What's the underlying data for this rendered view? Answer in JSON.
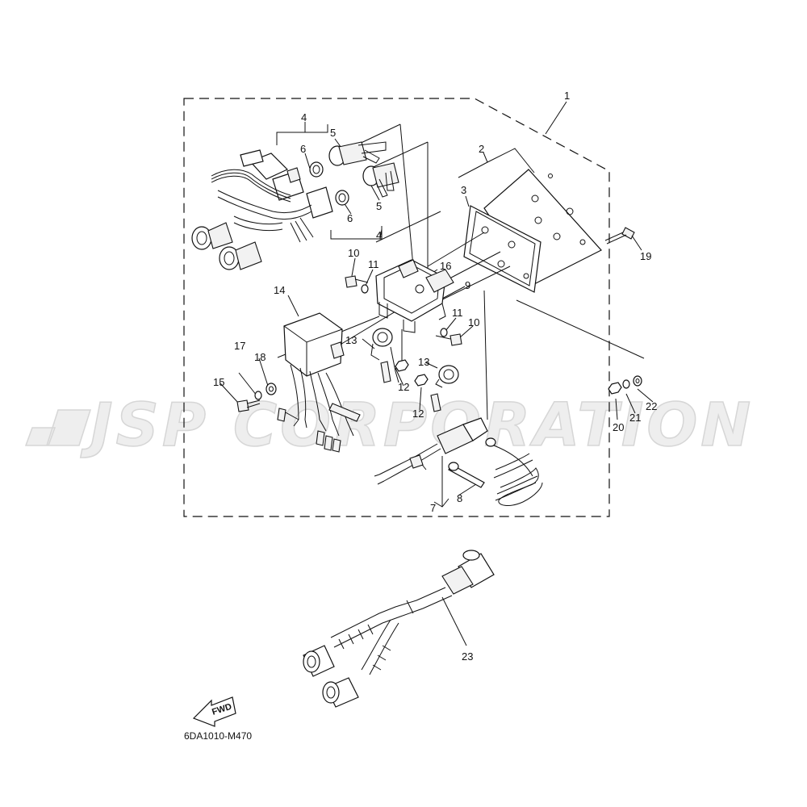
{
  "watermark": "JSP CORPORATION",
  "diagram_code": "6DA1010-M470",
  "fwd_label": "FWD",
  "callouts": [
    {
      "id": "c1",
      "text": "1"
    },
    {
      "id": "c2",
      "text": "2"
    },
    {
      "id": "c3",
      "text": "3"
    },
    {
      "id": "c4a",
      "text": "4"
    },
    {
      "id": "c4b",
      "text": "4"
    },
    {
      "id": "c5a",
      "text": "5"
    },
    {
      "id": "c5b",
      "text": "5"
    },
    {
      "id": "c6a",
      "text": "6"
    },
    {
      "id": "c6b",
      "text": "6"
    },
    {
      "id": "c7",
      "text": "7"
    },
    {
      "id": "c8",
      "text": "8"
    },
    {
      "id": "c9",
      "text": "9"
    },
    {
      "id": "c10a",
      "text": "10"
    },
    {
      "id": "c10b",
      "text": "10"
    },
    {
      "id": "c11a",
      "text": "11"
    },
    {
      "id": "c11b",
      "text": "11"
    },
    {
      "id": "c12a",
      "text": "12"
    },
    {
      "id": "c12b",
      "text": "12"
    },
    {
      "id": "c13a",
      "text": "13"
    },
    {
      "id": "c13b",
      "text": "13"
    },
    {
      "id": "c14",
      "text": "14"
    },
    {
      "id": "c15",
      "text": "15"
    },
    {
      "id": "c16",
      "text": "16"
    },
    {
      "id": "c17",
      "text": "17"
    },
    {
      "id": "c18",
      "text": "18"
    },
    {
      "id": "c19",
      "text": "19"
    },
    {
      "id": "c20",
      "text": "20"
    },
    {
      "id": "c21",
      "text": "21"
    },
    {
      "id": "c22",
      "text": "22"
    },
    {
      "id": "c23",
      "text": "23"
    }
  ]
}
